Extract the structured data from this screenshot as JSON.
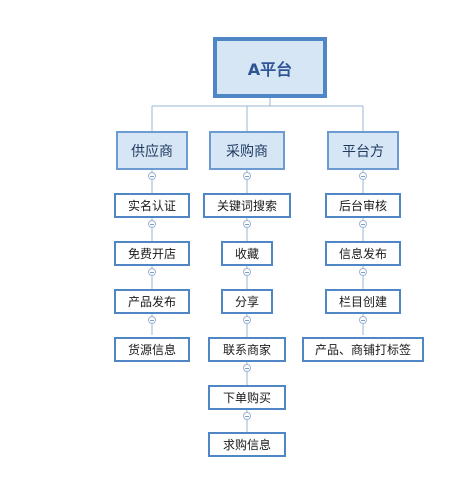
{
  "root": {
    "label": "A平台"
  },
  "branches": [
    {
      "label": "供应商",
      "children": [
        "实名认证",
        "免费开店",
        "产品发布",
        "货源信息"
      ]
    },
    {
      "label": "采购商",
      "children": [
        "关键词搜索",
        "收藏",
        "分享",
        "联系商家",
        "下单购买",
        "求购信息"
      ]
    },
    {
      "label": "平台方",
      "children": [
        "后台审核",
        "信息发布",
        "栏目创建",
        "产品、商铺打标签"
      ]
    }
  ],
  "colors": {
    "root_border": "#4f86c6",
    "node_fill": "#d6e6f5",
    "connector": "#9bb4d3"
  }
}
